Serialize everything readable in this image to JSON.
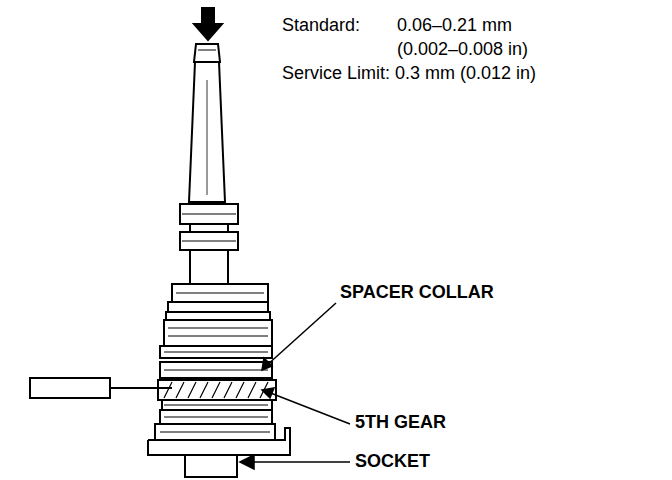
{
  "diagram": {
    "labels": [
      "Standard:",
      "0.06–0.21 mm",
      "(0.002–0.008 in)",
      "Service Limit: 0.3 mm (0.012 in)",
      "SPACER COLLAR",
      "5TH GEAR",
      "SOCKET"
    ]
  }
}
